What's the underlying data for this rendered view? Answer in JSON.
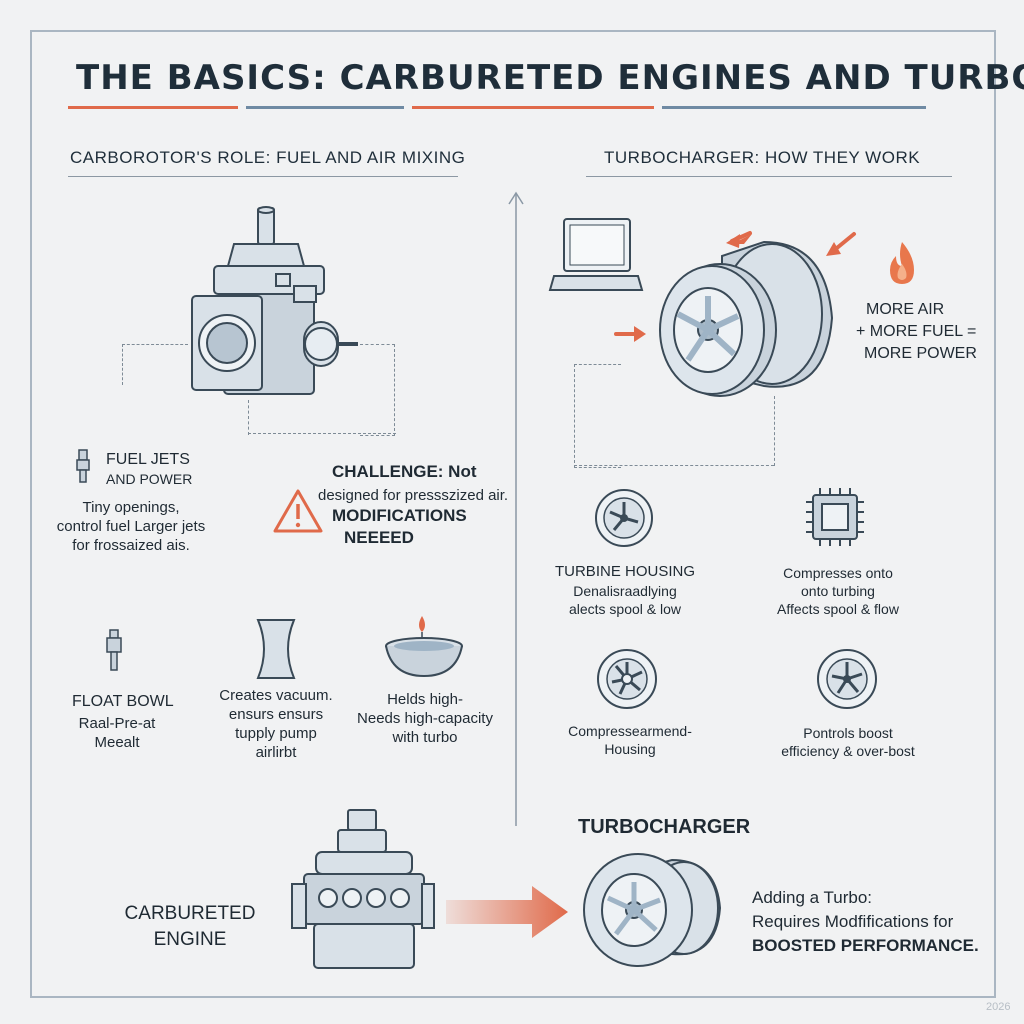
{
  "title": "THE BASICS: CARBURETED ENGINES AND TURBOS",
  "colors": {
    "accent": "#e06a4a",
    "steel": "#6f8aa3",
    "ink": "#1f2a33"
  },
  "left": {
    "heading": "CARBOROTOR'S ROLE: FUEL AND AIR MIXING",
    "fuel_jets": {
      "title1": "FUEL JETS",
      "title2": "AND POWER",
      "desc1": "Tiny openings,",
      "desc2": "control fuel Larger jets",
      "desc3": "for frossaized ais."
    },
    "challenge": {
      "line1": "CHALLENGE: Not",
      "line2": "designed for pressszized air.",
      "line3": "MODIFICATIONS",
      "line4": "NEEEED"
    },
    "float_bowl": {
      "title": "FLOAT BOWL",
      "desc1": "Raal-Pre-at",
      "desc2": "Meealt"
    },
    "venturi": {
      "line1": "Creates vacuum.",
      "line2": "ensurs ensurs",
      "line3": "tupply pump",
      "line4": "airlirbt"
    },
    "bowl": {
      "line1": "Helds high-",
      "line2": "Needs high-capacity",
      "line3": "with turbo"
    },
    "engine": {
      "line1": "CARBURETED",
      "line2": "ENGINE"
    }
  },
  "right": {
    "heading": "TURBOCHARGER: HOW THEY WORK",
    "equation": {
      "line1": "MORE AIR",
      "line2": "+ MORE FUEL =",
      "line3": "MORE POWER"
    },
    "turbine_housing": {
      "title": "TURBINE HOUSING",
      "line1": "Denalisraadlying",
      "line2": "alects spool & low"
    },
    "compresses": {
      "line1": "Compresses onto",
      "line2": "onto turbing",
      "line3": "Affects spool & flow"
    },
    "compressor_housing": {
      "line1": "Compressearmend-",
      "line2": "Housing"
    },
    "controls": {
      "line1": "Pontrols boost",
      "line2": "efficiency & over-bost"
    },
    "turbo": {
      "title": "TURBOCHARGER",
      "line1": "Adding a Turbo:",
      "line2": "Requires Modfifications for",
      "line3": "BOOSTED PERFORMANCE."
    }
  },
  "year": "2026"
}
